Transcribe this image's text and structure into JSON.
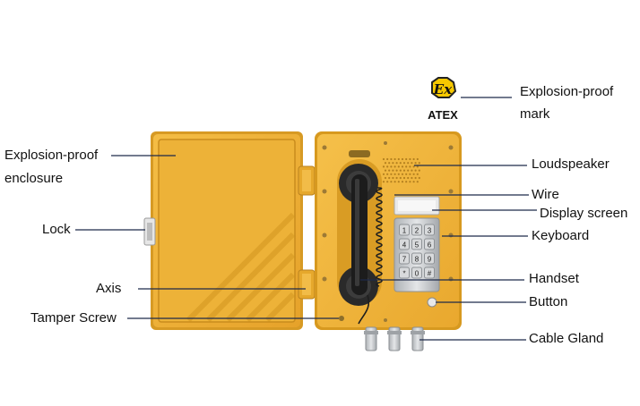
{
  "labels": {
    "enclosure_line1": "Explosion-proof",
    "enclosure_line2": "enclosure",
    "lock": "Lock",
    "axis": "Axis",
    "tamper_screw": "Tamper Screw",
    "atex_line1": "Explosion-proof",
    "atex_line2": "mark",
    "loudspeaker": "Loudspeaker",
    "wire": "Wire",
    "display_screen": "Display screen",
    "keyboard": "Keyboard",
    "handset": "Handset",
    "button": "Button",
    "cable_gland": "Cable Gland"
  },
  "atex_logo": {
    "symbol": "Ex",
    "text": "ATEX"
  },
  "keypad_keys": [
    "1",
    "2",
    "3",
    "4",
    "5",
    "6",
    "7",
    "8",
    "9",
    "*",
    "0",
    "#"
  ],
  "colors": {
    "enclosure": "#F2B53A",
    "enclosure_dark": "#D89A22",
    "handset": "#1C1C1C",
    "steel": "#C9CCCF",
    "logo_yellow": "#F6C800"
  }
}
